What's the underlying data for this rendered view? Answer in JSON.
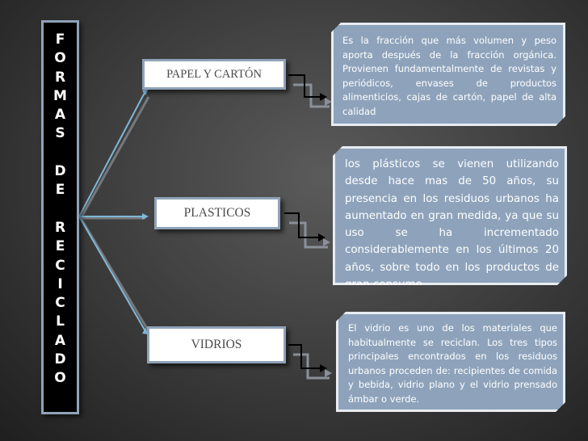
{
  "title_letters": [
    "F",
    "O",
    "R",
    "M",
    "A",
    "S",
    "",
    "D",
    "E",
    "",
    "R",
    "E",
    "C",
    "I",
    "C",
    "L",
    "A",
    "D",
    "O"
  ],
  "categories": [
    {
      "label": "PAPEL Y CARTÓN"
    },
    {
      "label": "PLASTICOS"
    },
    {
      "label": "VIDRIOS"
    }
  ],
  "descriptions": [
    {
      "text": "Es la fracción que más volumen y peso aporta  después de la fracción orgánica. Provienen fundamentalmente de revistas y periódicos, envases de productos alimenticios, cajas de cartón, papel de alta calidad"
    },
    {
      "text": "los plásticos se vienen utilizando desde hace mas de 50 años, su presencia en los residuos urbanos ha aumentado en gran medida, ya que su uso se ha incrementado considerablemente en los últimos 20 años, sobre todo en los productos de gran consumo."
    },
    {
      "text": "El vidrio es uno de los materiales que habitualmente se reciclan. Los tres tipos principales encontrados en los residuos urbanos proceden de: recipientes de comida y bebida, vidrio plano y el vidrio prensado ámbar o verde."
    }
  ],
  "colors": {
    "connector": "#7fb8d8",
    "box_border": "#8fa2b8",
    "desc_fill": "#8ea3bb"
  }
}
